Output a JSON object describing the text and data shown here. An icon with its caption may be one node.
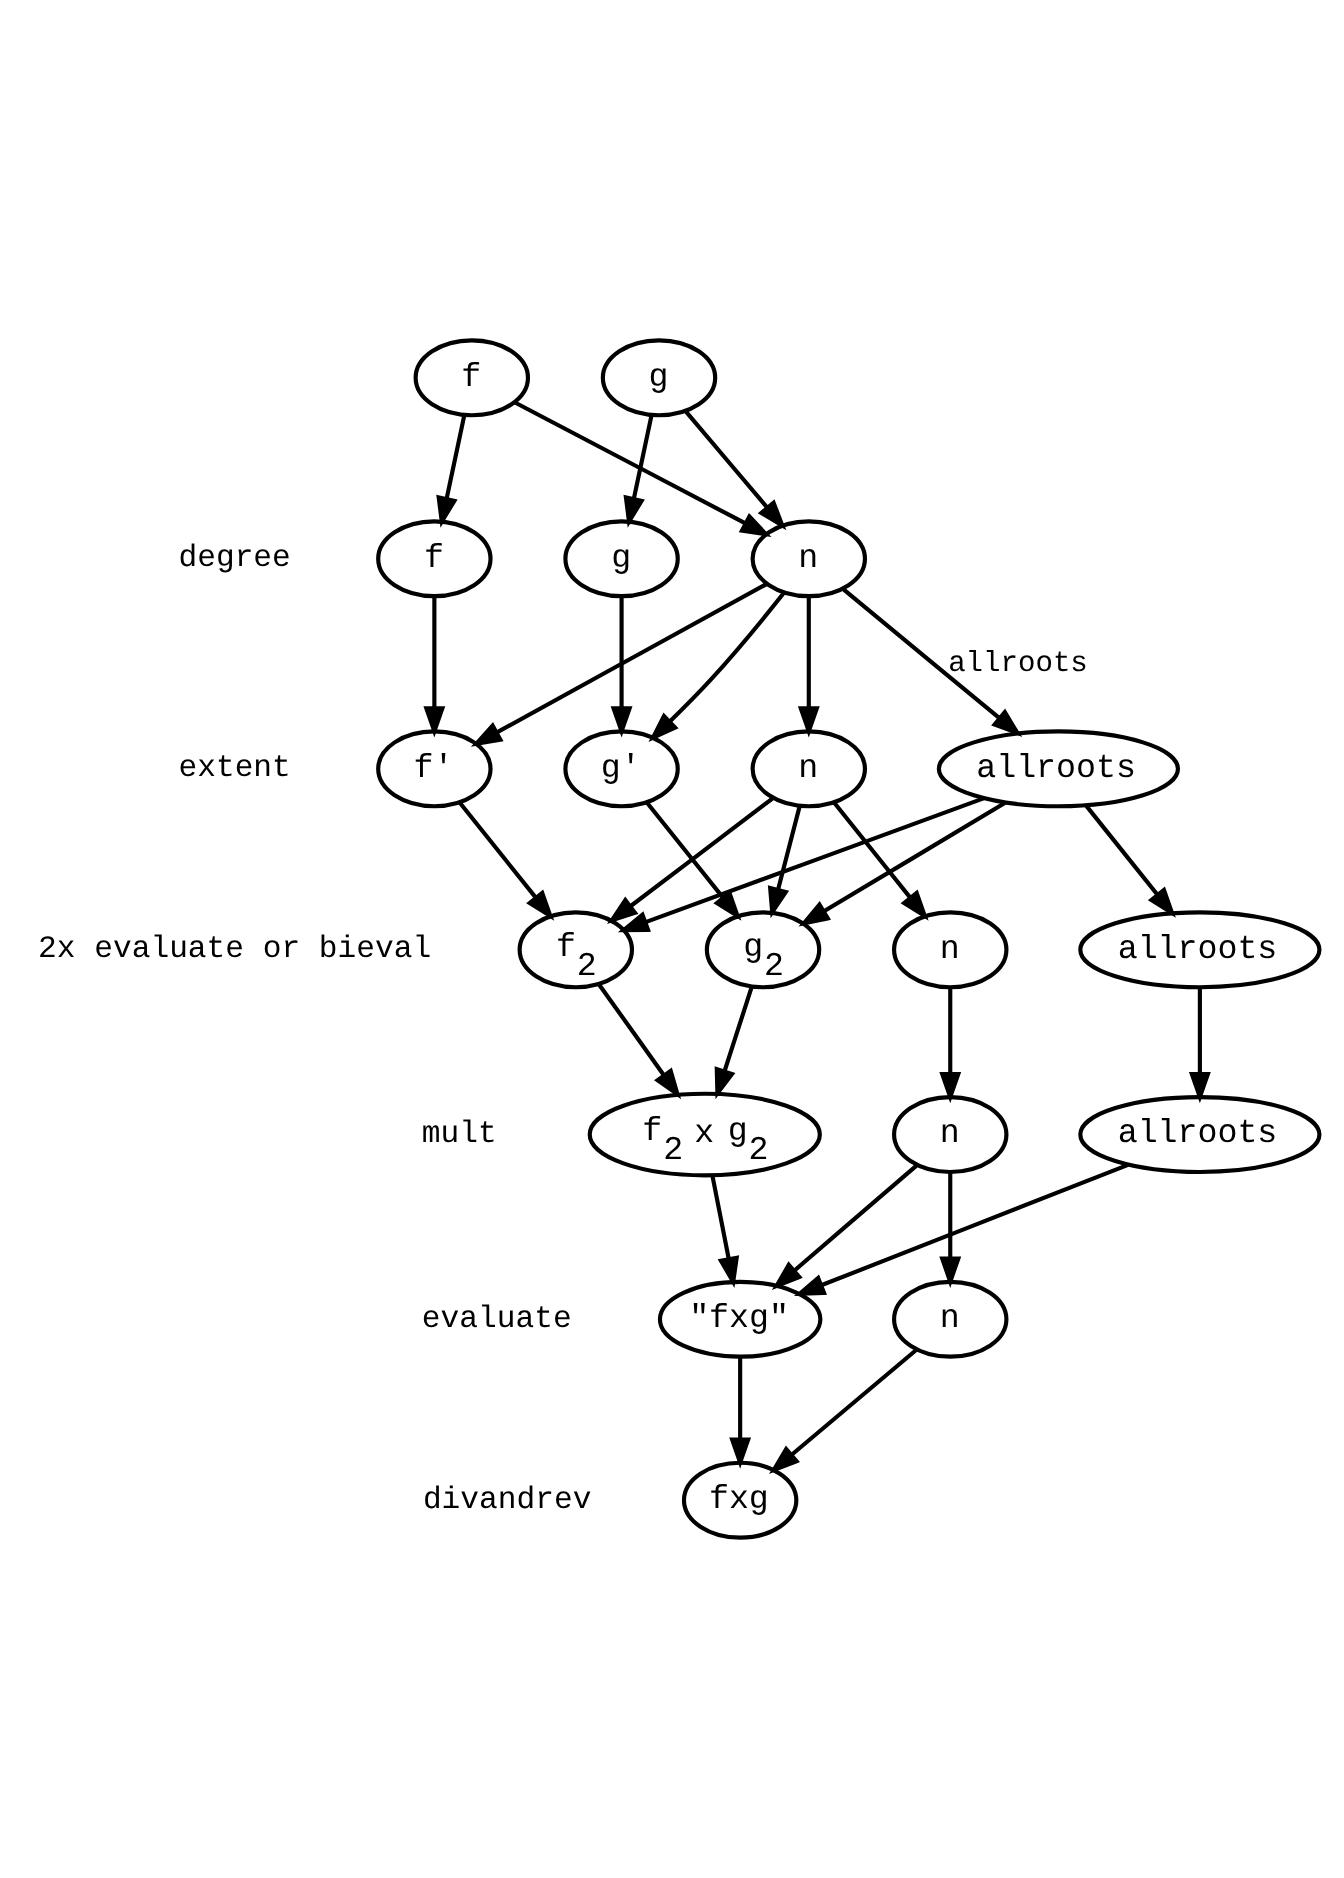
{
  "diagram": {
    "nodes": [
      {
        "text": [
          "f"
        ]
      },
      {
        "text": [
          "g"
        ]
      },
      {
        "text": [
          "f"
        ]
      },
      {
        "text": [
          "g"
        ]
      },
      {
        "text": [
          "n"
        ]
      },
      {
        "text": [
          "f'"
        ]
      },
      {
        "text": [
          "g'"
        ]
      },
      {
        "text": [
          "n"
        ]
      },
      {
        "text": [
          "allroots"
        ]
      },
      {
        "text": [
          "f$_{2}$"
        ]
      },
      {
        "text": [
          "g$_{2}$"
        ]
      },
      {
        "text": [
          "n"
        ]
      },
      {
        "text": [
          "allroots"
        ]
      },
      {
        "text": [
          "f$_{2}$ x g$_{2}$"
        ]
      },
      {
        "text": [
          "n"
        ]
      },
      {
        "text": [
          "allroots"
        ]
      },
      {
        "text": [
          "\"fxg\""
        ]
      },
      {
        "text": [
          "n"
        ]
      },
      {
        "text": [
          "fxg"
        ]
      }
    ],
    "edges": [
      {
        "from": 0,
        "to": 2,
        "arrow": "to"
      },
      {
        "from": 1,
        "to": 3,
        "arrow": "to"
      },
      {
        "from": 0,
        "to": 4,
        "arrow": "to"
      },
      {
        "from": 1,
        "to": 4,
        "arrow": "to"
      },
      {
        "from": 2,
        "to": 5,
        "arrow": "to"
      },
      {
        "from": 4,
        "to": 5,
        "arrow": "to"
      },
      {
        "from": 3,
        "to": 6,
        "arrow": "to"
      },
      {
        "from": 4,
        "to": 6,
        "arrow": "to"
      },
      {
        "from": 4,
        "to": 7,
        "arrow": "to"
      },
      {
        "from": 4,
        "to": 8,
        "arrow": "to",
        "label": "allroots"
      },
      {
        "from": 5,
        "to": 9,
        "arrow": "to"
      },
      {
        "from": 7,
        "to": 9,
        "arrow": "to"
      },
      {
        "from": 8,
        "to": 9,
        "arrow": "to"
      },
      {
        "from": 6,
        "to": 10,
        "arrow": "to"
      },
      {
        "from": 7,
        "to": 10,
        "arrow": "to"
      },
      {
        "from": 8,
        "to": 10,
        "arrow": "to"
      },
      {
        "from": 7,
        "to": 11,
        "arrow": "to"
      },
      {
        "from": 8,
        "to": 12,
        "arrow": "to"
      },
      {
        "from": 9,
        "to": 13,
        "arrow": "to"
      },
      {
        "from": 10,
        "to": 13,
        "arrow": "to"
      },
      {
        "from": 11,
        "to": 14,
        "arrow": "to"
      },
      {
        "from": 12,
        "to": 15,
        "arrow": "to"
      },
      {
        "from": 13,
        "to": 16,
        "arrow": "to"
      },
      {
        "from": 14,
        "to": 16,
        "arrow": "to"
      },
      {
        "from": 15,
        "to": 16,
        "arrow": "to"
      },
      {
        "from": 14,
        "to": 17,
        "arrow": "to"
      },
      {
        "from": 16,
        "to": 18,
        "arrow": "to"
      },
      {
        "from": 17,
        "to": 18,
        "arrow": "to"
      }
    ],
    "labels": [
      "degree",
      "extent",
      "2x evaluate or bieval",
      "mult",
      "evaluate",
      "divandrev"
    ]
  }
}
